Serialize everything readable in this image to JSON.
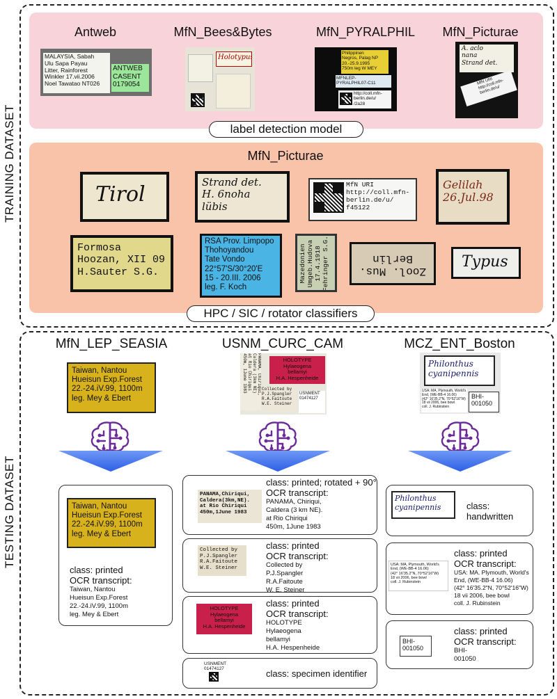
{
  "sections": {
    "training": "TRAINING DATASET",
    "testing": "TESTING DATASET"
  },
  "training": {
    "sources": [
      "Antweb",
      "MfN_Bees&Bytes",
      "MfN_PYRALPHIL",
      "MfN_Picturae"
    ],
    "detection_label": "label detection model",
    "picturae_title": "MfN_Picturae",
    "classifier_label": "HPC / SIC / rotator classifiers",
    "antweb_label_text": "MALAYSIA, Sabah\nUlu Sapa Payau\nLitter, Rainforest\nWinkler 17.vii.2006\nNoel Tawatao NT026",
    "antweb_id": "ANTWEB\nCASENT\n0179054",
    "bees_text": "Holotypus",
    "pyral_text": "Philippinen\nNegros, Palag NP\n20.-25.9.1995\n750m leg W MEY",
    "pyral_id": "MFNLEP-\nPYRALPHIL07-C11",
    "pyral_url": "http://coll.mfn-\nberlin.de/u/\n/2a28",
    "pict_script": "A. aclo\nnana\nStrand det.",
    "pict_qr": "MfN URI\nhttp://coll.mfn-\nberlin.de/u/",
    "labels": {
      "tirol": "Tirol",
      "strand": "Strand det.\nH. 6noha\nlübis",
      "mfn_uri": "MfN URI\nhttp://coll.mfn-\nberlin.de/u/\nf45122",
      "gelilah": "Gelilah\n26.Jul.98",
      "formosa": "Formosa\nHoozan, XII 09\nH.Sauter S.G.",
      "rsa": "RSA Prov. Limpopo\nThohoyandou\nTate Vondo\n22°57'S/30°20'E\n15 - 20.III. 2006\nleg. F. Koch",
      "mazedonien": "Mazedonien\nUmgeb.Hudova\n17.4.1918\nFehringer S.G.",
      "zool": "Zool. Mus.\nBerlin",
      "typus": "Typus"
    }
  },
  "testing": {
    "columns": [
      "MfN_LEP_SEASIA",
      "USNM_CURC_CAM",
      "MCZ_ENT_Boston"
    ],
    "lep_label": "Taiwan, Nantou\nHueisun Exp.Forest\n22.-24.iV.99, 1100m\nleg. Mey & Ebert",
    "usnm_side": "PANAMA, Chiriqui,\nCaldera (3km NE)\nat Rio Chiriqui\n450m, 1June 1983",
    "usnm_holotype": "HOLOTYPE\nHylaeogena\nbellamyi\nH.A. Hespenheide",
    "usnm_collected": "Collected by\nP.J.Spangler\nR.A.Faitoute\nW.E. Steiner",
    "usnm_id": "USNMENT\n01474127",
    "mcz_script": "Philonthus\ncyanipennis",
    "mcz_print": "USA: MA, Plymouth, World's\nEnd, (WE-BB-4 16.06)\n(42° 16'35.2\"N, 70°52'16\"W)\n18 vii 2006, bee bowl\ncoll. J. Rubinstein",
    "mcz_id": "BHI-\n001050",
    "results": {
      "lep": {
        "class": "class: printed",
        "ocr_title": "OCR transcript:",
        "ocr": "Taiwan, Nantou\nHueisun Exp.Forest\n22.-24.iV.99, 1100m\nleg. Mey & Ebert"
      },
      "usnm1": {
        "class": "class: printed; rotated + 90°",
        "ocr_title": "OCR transcript:",
        "ocr": "PANAMA, Chiriqui,\nCaldera (3 km NE).\nat Rio Chiriqui\n450m, 1June 1983",
        "img": "PANAMA,Chiriqui,\nCaldera(3km,NE).\nat Rio Chiriqui\n450m,1June 1983"
      },
      "usnm2": {
        "class": "class: printed",
        "ocr_title": "OCR transcript:",
        "ocr": "Collected by\nP.J.Spangler\nR.A.Faitoute\nW. E. Steiner"
      },
      "usnm3": {
        "class": "class: printed",
        "ocr_title": "OCR transcript:",
        "ocr": "HOLOTYPE\nHylaeogena\nbellamyi\nH.A. Hespenheide"
      },
      "usnm4": {
        "class": "class: specimen identifier"
      },
      "mcz1": {
        "class": "class:\nhandwritten"
      },
      "mcz2": {
        "class": "class: printed",
        "ocr_title": "OCR transcript:",
        "ocr": "USA: MA. Plymouth, World's\nEnd, (WE-BB-4 16.06)\n(42° 16'35.2\"N, 70°52'16\"W)\n18 vii 2006, bee bowl\ncoll. J. Rubinstein"
      },
      "mcz3": {
        "class": "class: printed",
        "ocr_title": "OCR transcript:",
        "ocr": "BHI-\n001050"
      }
    }
  },
  "colors": {
    "pink_panel": "#f9d3da",
    "salmon_panel": "#f9c3a9",
    "arrow": "#3a6ef0",
    "brain": "#6a2a9a",
    "lep_label_bg": "#d8b21c",
    "holotype_bg": "#c8204a",
    "rsa_bg": "#4ab4e4"
  },
  "icons": [
    "brain-circuit-icon",
    "down-arrow-icon"
  ]
}
